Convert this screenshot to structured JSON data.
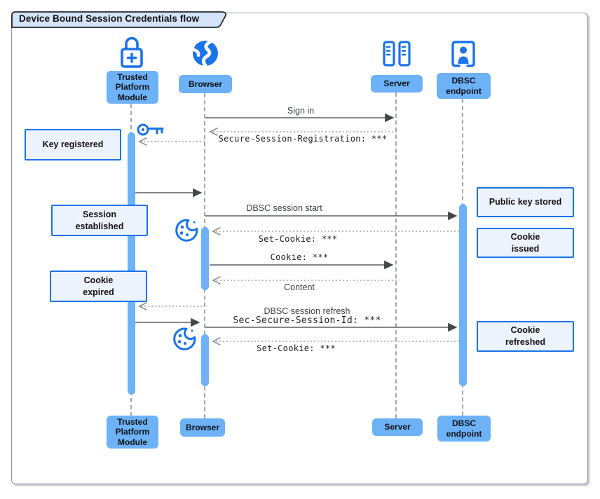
{
  "title": "Device Bound Session Credentials flow",
  "actors": [
    {
      "id": "tpm",
      "label": [
        "Trusted",
        "Platform",
        "Module"
      ]
    },
    {
      "id": "browser",
      "label": "Browser"
    },
    {
      "id": "server",
      "label": "Server"
    },
    {
      "id": "dbsc",
      "label": [
        "DBSC",
        "endpoint"
      ]
    }
  ],
  "messages": {
    "sign_in": "Sign in",
    "secure_session_registration": "Secure-Session-Registration: ***",
    "dbsc_session_start": "DBSC session start",
    "set_cookie_1": "Set-Cookie: ***",
    "cookie": "Cookie: ***",
    "content": "Content",
    "dbsc_session_refresh": "DBSC session refresh",
    "sec_secure_session_id": "Sec-Secure-Session-Id: ***",
    "set_cookie_2": "Set-Cookie: ***"
  },
  "notes": {
    "key_registered": "Key registered",
    "session_established": [
      "Session",
      "established"
    ],
    "cookie_expired": [
      "Cookie",
      "expired"
    ],
    "public_key_stored": "Public key stored",
    "cookie_issued": [
      "Cookie",
      "issued"
    ],
    "cookie_refreshed": [
      "Cookie",
      "refreshed"
    ]
  },
  "colors": {
    "accent": "#1a73e8",
    "actor_fill": "#6db2f7",
    "note_fill": "#edf3fc",
    "note_border": "#1a73e8",
    "tab_fill": "#d3e3f8",
    "lifeline": "#a5a8ab",
    "arrow_solid": "#5c5f63",
    "arrow_dotted": "#8f9296"
  }
}
